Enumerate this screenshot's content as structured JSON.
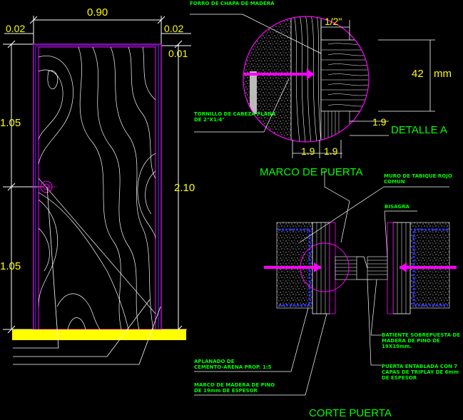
{
  "dimensions": {
    "door_width": "0.90",
    "left_gap": "0.02",
    "right_gap": "0.02",
    "top_gap": "0.01",
    "upper_height": "1.05",
    "lower_height": "1.05",
    "total_height": "2.10"
  },
  "detail_a": {
    "title": "DETALLE A",
    "label_veneer": "FORRO DE CHAPA DE MADERA",
    "label_screw": "TORNILLO DE CABEZA PLANA DE 2\"X1/4\"",
    "dim_half_inch": "1/2\"",
    "dim_thickness": "42",
    "dim_unit": "mm",
    "dim_a": "1.9",
    "dim_b": "1.9",
    "dim_c": "1.9"
  },
  "frame_title": "MARCO DE PUERTA",
  "section": {
    "title": "CORTE PUERTA",
    "label_wall": "MURO DE TABIQUE ROJO COMUN",
    "label_hinge": "BISAGRA",
    "label_plaster": "APLANADO DE CEMENTO-ARENA PROP. 1:5",
    "label_frame": "MARCO DE MADERA DE PINO DE 19mm DE ESPESOR",
    "label_stop": "BATIENTE SOBREPUESTA DE MADERA DE PINO DE 19X19mm.",
    "label_door": "PUERTA ENTABLADA CON 7 CAPAS DE TRIPLAY DE 6mm DE ESPESOR"
  }
}
